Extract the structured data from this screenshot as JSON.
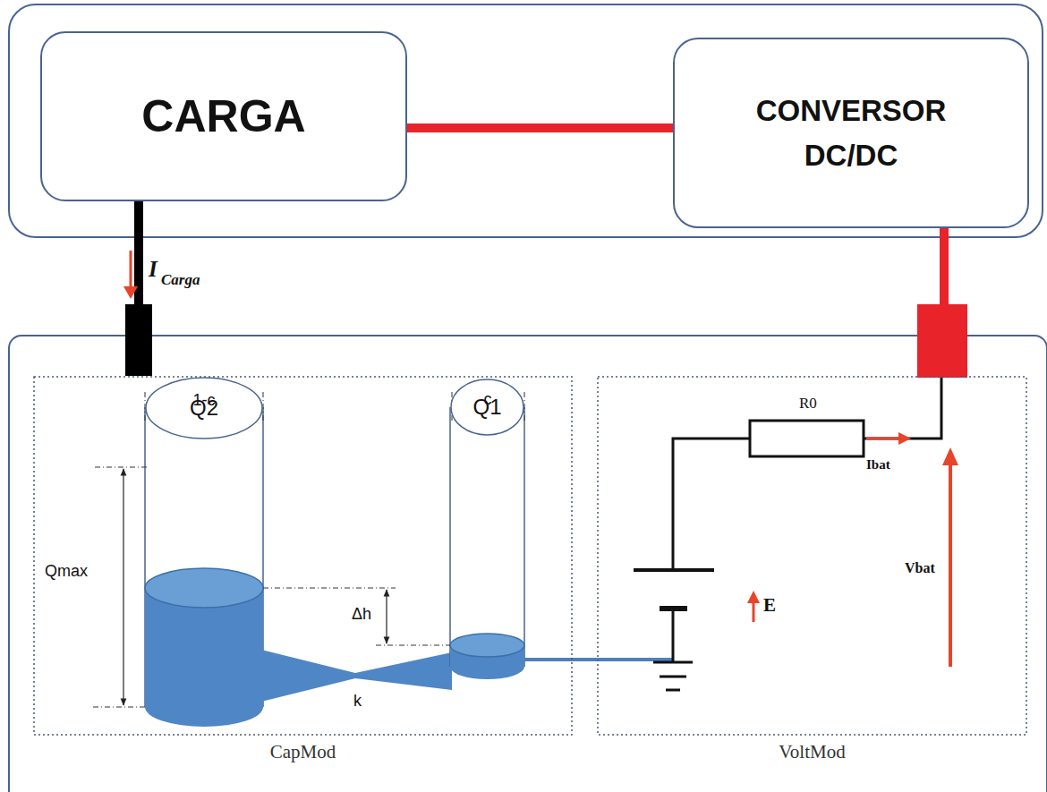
{
  "diagram": {
    "nodes": [
      {
        "text": [
          "CARGA"
        ]
      },
      {
        "text": [
          "CONVERSOR DC/DC"
        ]
      },
      {
        "text": [
          "CapMod"
        ]
      },
      {
        "text": [
          "Q2"
        ],
        "in": 2
      },
      {
        "text": [
          "Q1"
        ],
        "in": 2
      },
      {
        "text": [
          "VoltMod"
        ]
      }
    ],
    "edges": [
      {
        "from": 0,
        "to": 1,
        "arrow": "none"
      },
      {
        "from": 0,
        "to": 2,
        "arrow": "none"
      },
      {
        "from": 1,
        "to": 5,
        "arrow": "none"
      }
    ],
    "labels": [
      "I",
      "Carga",
      "1-c",
      "c",
      "Qmax",
      "Δh",
      "k",
      "R0",
      "Ibat",
      "E",
      "Vbat"
    ]
  }
}
